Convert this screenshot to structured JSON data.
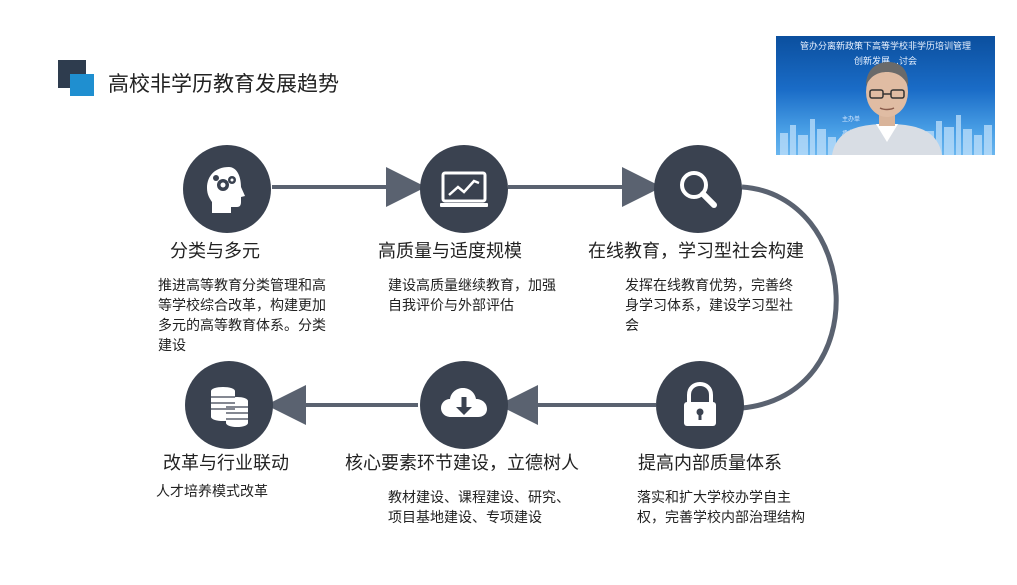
{
  "slide": {
    "title": "高校非学历教育发展趋势",
    "steps": [
      {
        "heading": "分类与多元",
        "description": "推进高等教育分类管理和高等学校综合改革，构建更加多元的高等教育体系。分类建设",
        "icon": "head-gears-icon"
      },
      {
        "heading": "高质量与适度规模",
        "description": "建设高质量继续教育，加强自我评价与外部评估",
        "icon": "monitor-chart-icon"
      },
      {
        "heading": "在线教育，学习型社会构建",
        "description": "发挥在线教育优势，完善终身学习体系，建设学习型社会",
        "icon": "magnifier-icon"
      },
      {
        "heading": "提高内部质量体系",
        "description": "落实和扩大学校办学自主权，完善学校内部治理结构",
        "icon": "lock-icon"
      },
      {
        "heading": "核心要素环节建设，立德树人",
        "description": "教材建设、课程建设、研究、项目基地建设、专项建设",
        "icon": "cloud-download-icon"
      },
      {
        "heading": "改革与行业联动",
        "description": "人才培养模式改革",
        "icon": "coins-icon"
      }
    ]
  },
  "video_overlay": {
    "banner_line1": "管办分离新政策下高等学校非学历培训管理",
    "banner_line2": "创新发展…讨会",
    "side_line1": "主办单",
    "side_line2": "承办单位"
  },
  "colors": {
    "node_fill": "#3a4250",
    "connector": "#5a6270",
    "accent_blue": "#1f8fd0",
    "logo_dark": "#2e3c4e"
  }
}
